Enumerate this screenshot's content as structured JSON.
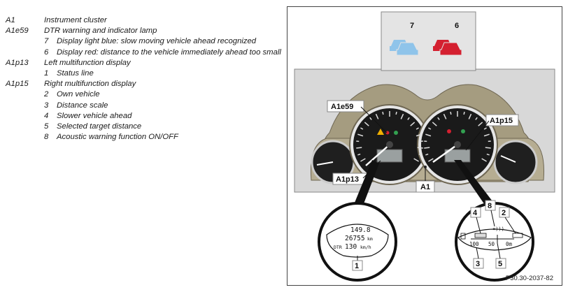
{
  "legend": [
    {
      "code": "A1",
      "text": "Instrument cluster"
    },
    {
      "code": "A1e59",
      "text": "DTR warning and indicator lamp"
    },
    {
      "num": "7",
      "text": "Display light blue: slow moving vehicle ahead recognized"
    },
    {
      "num": "6",
      "text": "Display red: distance to the vehicle immediately ahead too small"
    },
    {
      "code": "A1p13",
      "text": "Left multifunction display"
    },
    {
      "num": "1",
      "text": "Status line"
    },
    {
      "code": "A1p15",
      "text": "Right multifunction display"
    },
    {
      "num": "2",
      "text": "Own vehicle"
    },
    {
      "num": "3",
      "text": "Distance scale"
    },
    {
      "num": "4",
      "text": "Slower vehicle ahead"
    },
    {
      "num": "5",
      "text": "Selected target distance"
    },
    {
      "num": "8",
      "text": "Acoustic warning function ON/OFF"
    }
  ],
  "figure": {
    "callouts": {
      "c7": "7",
      "c6": "6",
      "a1e59": "A1e59",
      "a1p15": "A1p15",
      "a1p13": "A1p13",
      "a1": "A1",
      "c1": "1",
      "c2": "2",
      "c3": "3",
      "c4": "4",
      "c5": "5",
      "c8": "8"
    },
    "left_display": {
      "line1": "149.8",
      "line2": "26755",
      "line2_unit": "km",
      "line3_prefix": "DTR",
      "line3_value": "130",
      "line3_unit": "km/h"
    },
    "right_display": {
      "top": "¤)))",
      "scale_100": "100",
      "scale_50": "50",
      "scale_0": "0m"
    },
    "figure_id": "P30.30-2037-82",
    "colors": {
      "light_blue": "#8fc4ea",
      "red": "#d42030",
      "housing": "#a59c80",
      "panel_bg": "#d8d8d8"
    }
  }
}
